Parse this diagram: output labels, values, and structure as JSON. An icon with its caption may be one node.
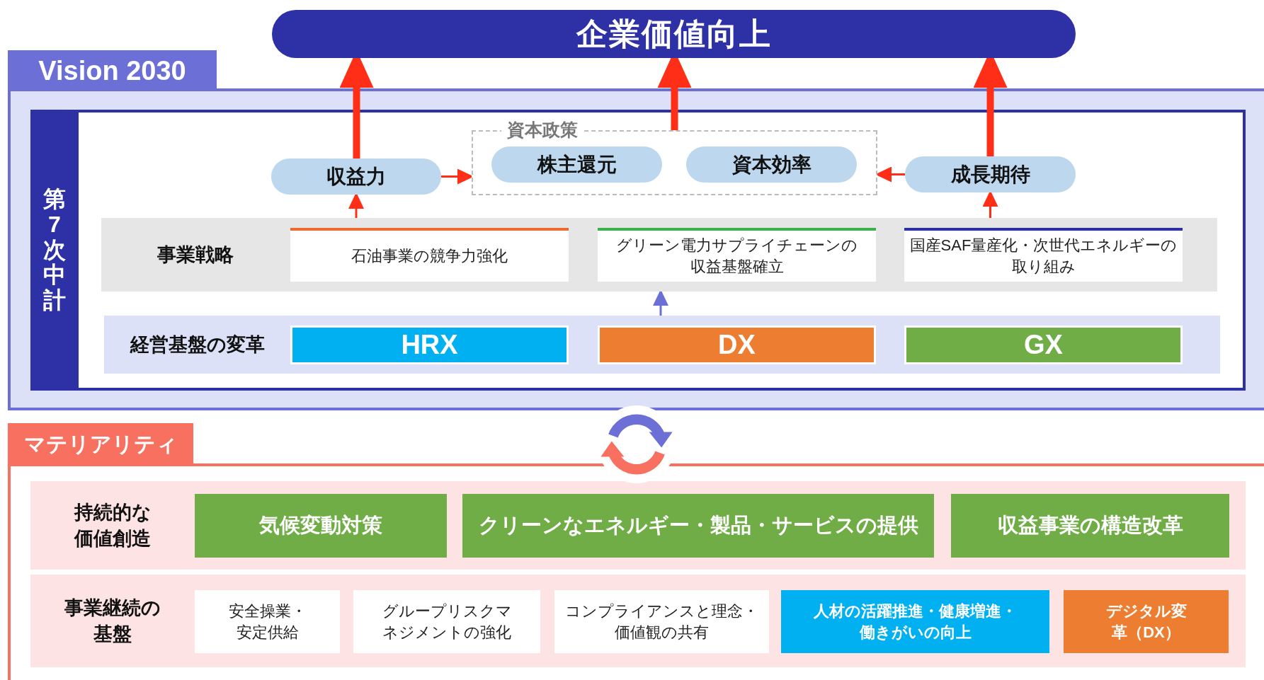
{
  "diagram": {
    "nodes": [
      {
        "text": [
          "企業価値向上"
        ]
      },
      {
        "text": [
          "Vision 2030"
        ]
      },
      {
        "text": [
          "第7次中計"
        ],
        "in": 1
      },
      {
        "text": [
          "資本政策"
        ],
        "in": 2
      },
      {
        "text": [
          "収益力"
        ],
        "in": 2
      },
      {
        "text": [
          "株主還元"
        ],
        "in": 3
      },
      {
        "text": [
          "資本効率"
        ],
        "in": 3
      },
      {
        "text": [
          "成長期待"
        ],
        "in": 2
      },
      {
        "text": [
          "事業戦略"
        ],
        "in": 2
      },
      {
        "text": [
          "石油事業の競争力強化"
        ],
        "in": 8
      },
      {
        "text": [
          "グリーン電力サプライチェーンの収益基盤確立"
        ],
        "in": 8
      },
      {
        "text": [
          "国産SAF量産化・次世代エネルギーの取り組み"
        ],
        "in": 8
      },
      {
        "text": [
          "経営基盤の変革"
        ],
        "in": 2
      },
      {
        "text": [
          "HRX"
        ],
        "in": 12
      },
      {
        "text": [
          "DX"
        ],
        "in": 12
      },
      {
        "text": [
          "GX"
        ],
        "in": 12
      },
      {
        "text": [
          "マテリアリティ"
        ]
      },
      {
        "text": [
          "持続的な価値創造"
        ],
        "in": 16
      },
      {
        "text": [
          "気候変動対策"
        ],
        "in": 17
      },
      {
        "text": [
          "クリーンなエネルギー・製品・サービスの提供"
        ],
        "in": 17
      },
      {
        "text": [
          "収益事業の構造改革"
        ],
        "in": 17
      },
      {
        "text": [
          "事業継続の基盤"
        ],
        "in": 16
      },
      {
        "text": [
          "安全操業・安定供給"
        ],
        "in": 21
      },
      {
        "text": [
          "グループリスクマネジメントの強化"
        ],
        "in": 21
      },
      {
        "text": [
          "コンプライアンスと理念・価値観の共有"
        ],
        "in": 21
      },
      {
        "text": [
          "人材の活躍推進・健康増進・働きがいの向上"
        ],
        "in": 21
      },
      {
        "text": [
          "デジタル変革（DX）"
        ],
        "in": 21
      }
    ],
    "edges": [
      {
        "from": 4,
        "to": 0,
        "arrow": "to",
        "style": "thick"
      },
      {
        "from": 3,
        "to": 0,
        "arrow": "to",
        "style": "thick"
      },
      {
        "from": 7,
        "to": 0,
        "arrow": "to",
        "style": "thick"
      },
      {
        "from": 4,
        "to": 3,
        "arrow": "to"
      },
      {
        "from": 7,
        "to": 3,
        "arrow": "to"
      },
      {
        "from": 8,
        "to": 4,
        "arrow": "to"
      },
      {
        "from": 8,
        "to": 7,
        "arrow": "to"
      },
      {
        "from": 12,
        "to": 8,
        "arrow": "to",
        "color": "#6b6fd6"
      }
    ]
  }
}
